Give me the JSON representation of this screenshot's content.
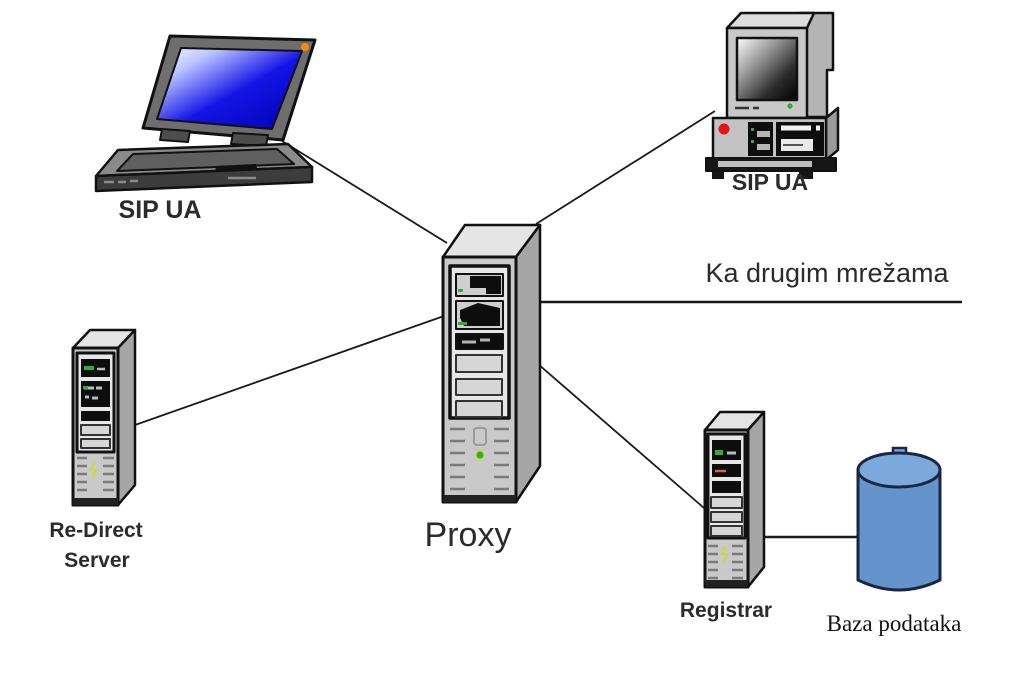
{
  "diagram": {
    "nodes": {
      "laptop_ua": {
        "label": "SIP UA"
      },
      "desktop_ua": {
        "label": "SIP UA"
      },
      "proxy": {
        "label": "Proxy"
      },
      "redirect_server": {
        "label_line1": "Re-Direct",
        "label_line2": "Server"
      },
      "registrar": {
        "label": "Registrar"
      },
      "database": {
        "label": "Baza podataka"
      }
    },
    "annotations": {
      "external_network_label": "Ka drugim mrežama"
    },
    "edges": [
      {
        "from": "laptop_ua",
        "to": "proxy"
      },
      {
        "from": "desktop_ua",
        "to": "proxy"
      },
      {
        "from": "redirect_server",
        "to": "proxy"
      },
      {
        "from": "proxy",
        "to": "registrar"
      },
      {
        "from": "proxy",
        "to": "external_network"
      },
      {
        "from": "registrar",
        "to": "database"
      }
    ],
    "colors": {
      "laptop_screen_blue": "#1414e6",
      "database_blue": "#6593cb",
      "database_top_blue": "#7ba9db",
      "led_green": "#2fae2f",
      "power_red": "#e81313",
      "lid_dot_orange": "#ff8a00",
      "line_black": "#1a1a1a",
      "label_text": "#2b2b2b"
    }
  }
}
